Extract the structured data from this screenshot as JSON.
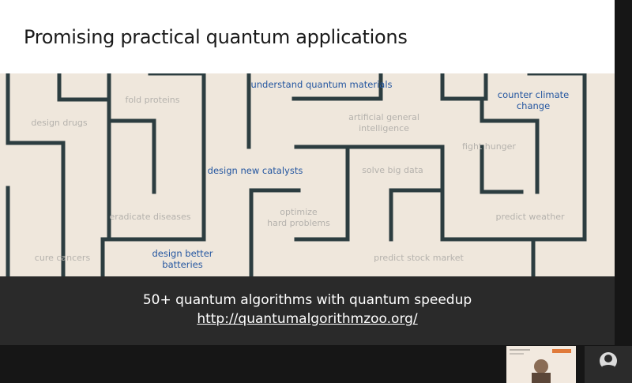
{
  "slide": {
    "title": "Promising practical quantum applications",
    "caption": "50+ quantum algorithms with quantum speedup",
    "link": "http://quantumalgorithmzoo.org/"
  },
  "maze": {
    "labels": [
      {
        "id": "design-drugs",
        "lines": [
          "design drugs"
        ],
        "highlight": false
      },
      {
        "id": "fold-proteins",
        "lines": [
          "fold proteins"
        ],
        "highlight": false
      },
      {
        "id": "understand-quantum-materials",
        "lines": [
          "understand quantum materials"
        ],
        "highlight": true
      },
      {
        "id": "artificial-general-intelligence",
        "lines": [
          "artificial general",
          "intelligence"
        ],
        "highlight": false
      },
      {
        "id": "counter-climate-change",
        "lines": [
          "counter climate",
          "change"
        ],
        "highlight": true
      },
      {
        "id": "fight-hunger",
        "lines": [
          "fight hunger"
        ],
        "highlight": false
      },
      {
        "id": "design-new-catalysts",
        "lines": [
          "design new catalysts"
        ],
        "highlight": true
      },
      {
        "id": "solve-big-data",
        "lines": [
          "solve big data"
        ],
        "highlight": false
      },
      {
        "id": "eradicate-diseases",
        "lines": [
          "eradicate diseases"
        ],
        "highlight": false
      },
      {
        "id": "optimize-hard-problems",
        "lines": [
          "optimize",
          "hard problems"
        ],
        "highlight": false
      },
      {
        "id": "predict-weather",
        "lines": [
          "predict weather"
        ],
        "highlight": false
      },
      {
        "id": "cure-cancers",
        "lines": [
          "cure cancers"
        ],
        "highlight": false
      },
      {
        "id": "design-better-batteries",
        "lines": [
          "design better",
          "batteries"
        ],
        "highlight": true
      },
      {
        "id": "predict-stock-market",
        "lines": [
          "predict stock market"
        ],
        "highlight": false
      }
    ]
  },
  "colors": {
    "maze_wall": "#2c3d40",
    "highlight_text": "#2456a0",
    "muted_text": "#b5b2ad",
    "caption_band": "#2a2a2a"
  }
}
